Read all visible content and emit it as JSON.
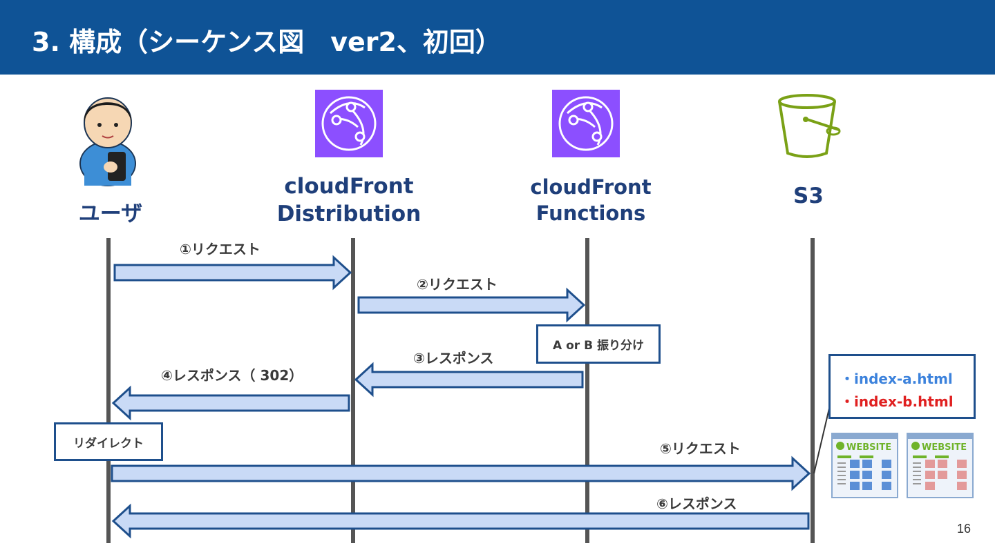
{
  "header": {
    "title": "3.  構成（シーケンス図　ver2、初回）"
  },
  "actors": {
    "user": {
      "label": "ユーザ"
    },
    "distribution": {
      "line1": "cloudFront",
      "line2": "Distribution"
    },
    "functions": {
      "line1": "cloudFront",
      "line2": "Functions"
    },
    "s3": {
      "label": "S3"
    }
  },
  "messages": {
    "m1": "①リクエスト",
    "m2": "②リクエスト",
    "m3": "③レスポンス",
    "m4": "④レスポンス（ 302）",
    "m5": "⑤リクエスト",
    "m6": "⑥レスポンス"
  },
  "notes": {
    "ab_split": "A or B 振り分け",
    "redirect": "リダイレクト"
  },
  "files": {
    "a": "・index-a.html",
    "b": "・index-b.html"
  },
  "website_thumb": {
    "text": "WEBSITE"
  },
  "colors": {
    "header": "#0f5396",
    "arrow_fill": "#c9daf6",
    "arrow_stroke": "#1e4f8c",
    "lifeline": "#555555",
    "aws_purple": "#8c4fff",
    "s3_green": "#7aa116",
    "file_a": "#3c82dc",
    "file_b": "#e02020"
  },
  "page": {
    "number": "16"
  }
}
